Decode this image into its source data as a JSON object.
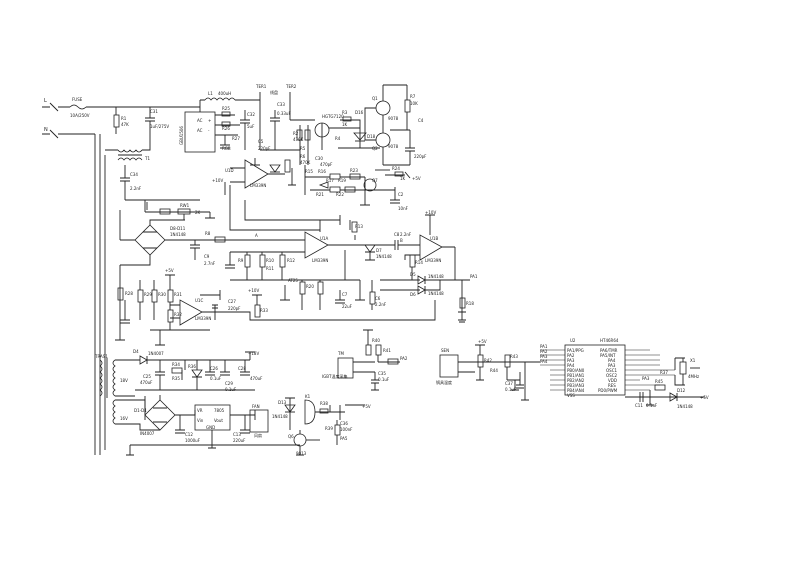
{
  "labels": {
    "L": "L",
    "N": "N",
    "fuse": "FUSE",
    "fuse_rating": "10A/250V",
    "c31": "C31",
    "c31_value": "1uF/275V",
    "r1": "R1",
    "r1_value": "47K",
    "l1": "L1",
    "l1_value": "400uH",
    "bridge": "GBU1506",
    "bridge_ac1": "AC",
    "bridge_ac2": "AC",
    "bridge_plus": "+",
    "bridge_minus": "-",
    "t1": "T1",
    "c34": "C34",
    "c34_value": "2.2nF",
    "ter1": "TER1",
    "ter1_sub": "线盘",
    "ter2": "TER2",
    "c32": "C32",
    "c32_value": "5uF",
    "c33": "C33",
    "c33_value": "0.33uF",
    "r25": "R25",
    "r26": "R26",
    "r27": "R27",
    "rgb": "RGB",
    "igbt": "HGTG7120",
    "r3": "R3",
    "r3_value": "1K",
    "r4": "R4",
    "c5": "C5",
    "c5_value": "220pF",
    "r2": "R2",
    "r2_value": "470K",
    "d16": "D16",
    "d18": "D18",
    "r5": "R5",
    "r6": "R6",
    "r6_value": "470K",
    "c30": "C30",
    "c30_value": "470pF",
    "u1d": "U1D",
    "u1d_part": "LM339N",
    "plus10v": "+10V",
    "r7": "R7",
    "r7_value": "10K",
    "q1": "Q1",
    "q2": "Q2",
    "q1_part": "9078",
    "q2_part": "9078",
    "c4": "C4",
    "c4_value": "220pF",
    "r15": "R15",
    "r16": "R16",
    "r17": "R17",
    "r19": "R19",
    "r21": "R21",
    "r22": "R22",
    "r23": "R23",
    "r24": "R24",
    "r24_value": "1K",
    "c2": "C2",
    "c2_value": "10nF",
    "q7": "Q7",
    "plus5v_a": "+5V",
    "rw1": "RW1",
    "rw1_value": "2K",
    "d8_d11": "D8-D11",
    "d8_part": "1N4148",
    "r8": "R8",
    "c9": "C9",
    "c9_value": "2.7nF",
    "r9": "R9",
    "r10": "R10",
    "r11": "R11",
    "r12": "R12",
    "u1a": "U1A",
    "u1a_part": "LM339N",
    "u1b": "U1B",
    "u1b_part": "LM339N",
    "node_a": "A",
    "node_b": "B",
    "c8": "C8",
    "c8_value": "2.2nF",
    "d7": "D7",
    "d7_part": "1N4148",
    "r13": "R13",
    "r14": "R14",
    "plus10v_b": "+10V",
    "c6": "C6",
    "c6_value": "2.2nF",
    "r20": "R20",
    "at25": "AT25",
    "c7": "C7",
    "c7_value": "22uF",
    "d5": "D5",
    "d6": "D6",
    "d5_part": "1N4148",
    "d6_part": "1N4148",
    "pa1": "PA1",
    "r18": "R18",
    "r28": "R28",
    "r29": "R29",
    "r30": "R30",
    "r31": "R31",
    "r32": "R32",
    "u1c": "U1C",
    "u1c_part": "LM339N",
    "c27": "C27",
    "c27_value": "220pF",
    "r33": "R33",
    "plus10v_c": "+10V",
    "plus5v_b": "+5V",
    "tras1": "TRAS1",
    "d4": "D4",
    "d4_part": "1N4007",
    "c25": "C25",
    "c25_value": "470uF",
    "r34": "R34",
    "r35": "R35",
    "c26": "C26",
    "c26_value": "0.1uF",
    "r36": "R36",
    "plus18v": "+18V",
    "c28": "C28",
    "c28_value": "470uF",
    "c29": "C29",
    "c29_value": "0.1uF",
    "sec18": "18V",
    "sec16": "16V",
    "d1_d4": "D1-D4",
    "d1_part": "IN4007",
    "vr": "VR",
    "reg": "7805",
    "reg_vin": "Vin",
    "reg_vout": "Vout",
    "reg_gnd": "GND",
    "c12": "C12",
    "c12_value": "1000uF",
    "c13": "C13",
    "c13_value": "220uF",
    "fan": "FAN",
    "fan_sub": "风扇",
    "d13": "D13",
    "d13_part": "1N4148",
    "relay": "K1",
    "r38": "R38",
    "q6": "Q6",
    "q6_part": "9013",
    "r39": "R39",
    "c36": "C36",
    "c36_value": "100nF",
    "pa5": "PA5",
    "plus5v_c": "+5V",
    "igbt_temp": "IGBT温度采集",
    "tm": "TM",
    "r40": "R40",
    "r41": "R41",
    "c35": "C35",
    "c35_value": "0.1uF",
    "pa2": "PA2",
    "keyboard": "SEN",
    "keyboard_sub": "锅具温度",
    "r42": "R42",
    "r43": "R43",
    "r44": "R44",
    "c37": "C37",
    "c37_value": "0.1uF",
    "plus5v_d": "+5V",
    "mcu": "U2",
    "mcu_part": "HT46R64",
    "pin_left": [
      "PA1/PPG",
      "PA2",
      "PA3",
      "PA4",
      "PB0/AN0",
      "PB1/AN1",
      "PB2/AN2",
      "PB3/AN3",
      "PB4/AN4",
      "VSS"
    ],
    "pin_right": [
      "PA6/TMR",
      "PA5/INT",
      "PA4",
      "PA3",
      "OSC1",
      "OSC2",
      "VDD",
      "RES",
      "PD0/PWM"
    ],
    "mcu_pa1": "PA1",
    "mcu_pa2": "PA2",
    "mcu_pa3": "PA3",
    "mcu_pa4": "PA4",
    "xtal": "X1",
    "xtal_value": "4MHz",
    "c11": "C11",
    "c11_value": "0.1uF",
    "r45": "R45",
    "d12": "D12",
    "d12_part": "1N4148",
    "plus5v_e": "+5V",
    "buzzer": "PA3",
    "buzzer_r": "R37"
  }
}
